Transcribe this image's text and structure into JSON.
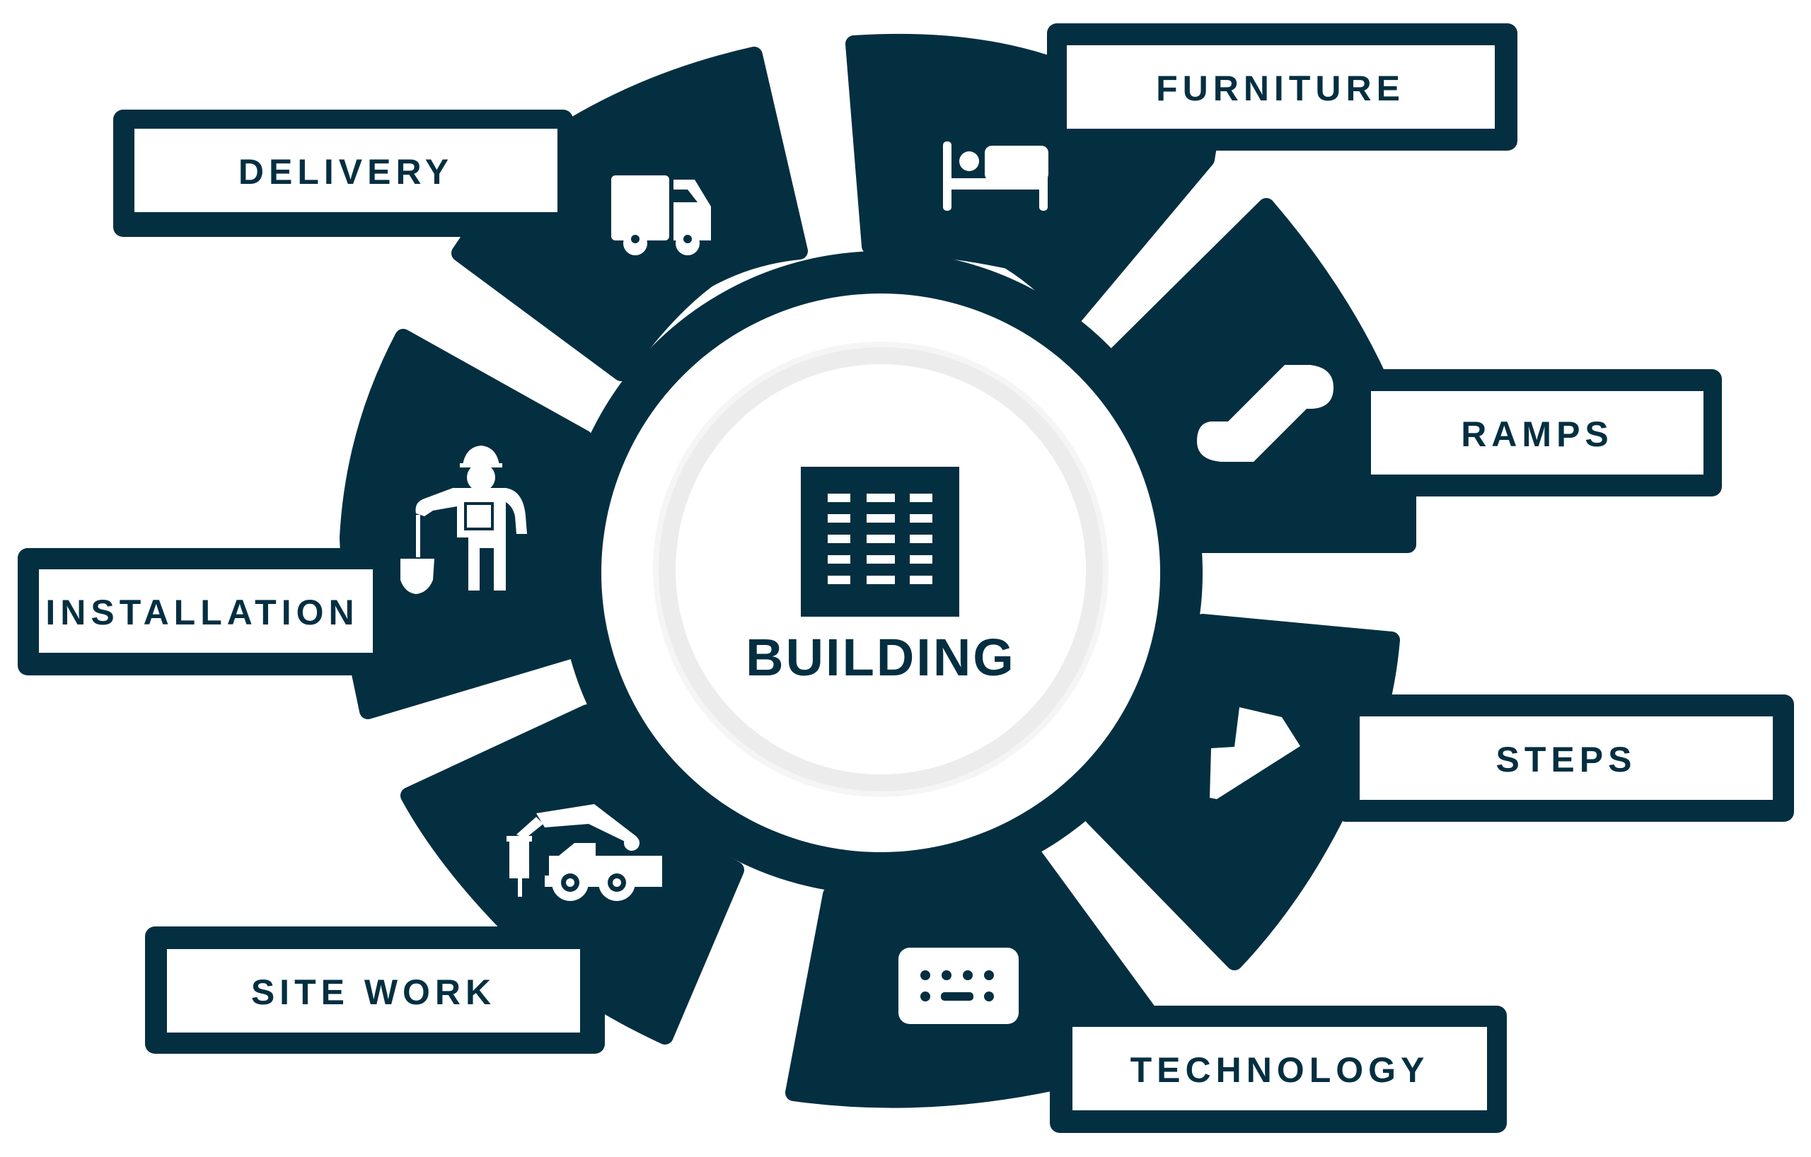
{
  "colors": {
    "primary": "#042f41",
    "background": "#ffffff",
    "inner_ring": "#ececec"
  },
  "center": {
    "title": "BUILDING",
    "icon": "building-icon"
  },
  "segments": [
    {
      "id": "delivery",
      "label": "DELIVERY",
      "icon": "truck-icon"
    },
    {
      "id": "furniture",
      "label": "FURNITURE",
      "icon": "bed-icon"
    },
    {
      "id": "ramps",
      "label": "RAMPS",
      "icon": "ramp-icon"
    },
    {
      "id": "steps",
      "label": "STEPS",
      "icon": "steps-icon"
    },
    {
      "id": "technology",
      "label": "TECHNOLOGY",
      "icon": "keyboard-icon"
    },
    {
      "id": "site-work",
      "label": "SITE WORK",
      "icon": "construction-vehicle-icon"
    },
    {
      "id": "installation",
      "label": "INSTALLATION",
      "icon": "construction-worker-icon"
    }
  ]
}
